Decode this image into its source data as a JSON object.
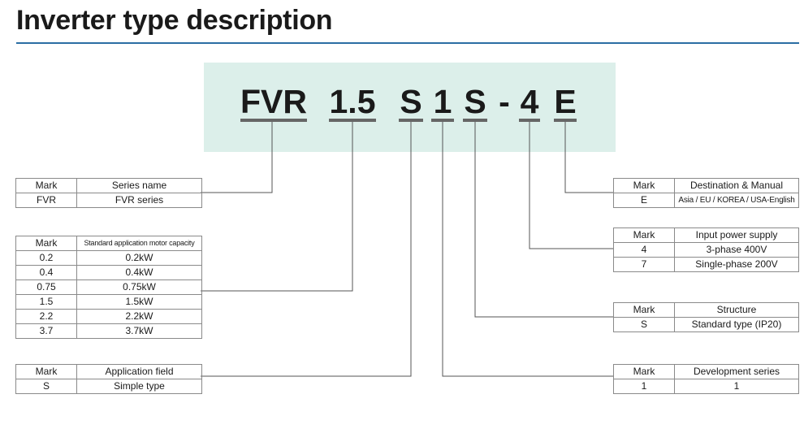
{
  "title": "Inverter type description",
  "model": {
    "series": "FVR",
    "capacity": "1.5",
    "application": "S",
    "development": "1",
    "structure": "S",
    "dash": "-",
    "power": "4",
    "destination": "E"
  },
  "tables": {
    "series": {
      "headers": [
        "Mark",
        "Series name"
      ],
      "rows": [
        [
          "FVR",
          "FVR series"
        ]
      ]
    },
    "capacity": {
      "headers": [
        "Mark",
        "Standard application motor capacity"
      ],
      "rows": [
        [
          "0.2",
          "0.2kW"
        ],
        [
          "0.4",
          "0.4kW"
        ],
        [
          "0.75",
          "0.75kW"
        ],
        [
          "1.5",
          "1.5kW"
        ],
        [
          "2.2",
          "2.2kW"
        ],
        [
          "3.7",
          "3.7kW"
        ]
      ]
    },
    "application": {
      "headers": [
        "Mark",
        "Application field"
      ],
      "rows": [
        [
          "S",
          "Simple type"
        ]
      ]
    },
    "destination": {
      "headers": [
        "Mark",
        "Destination & Manual"
      ],
      "rows": [
        [
          "E",
          "Asia / EU / KOREA / USA-English"
        ]
      ]
    },
    "power": {
      "headers": [
        "Mark",
        "Input power supply"
      ],
      "rows": [
        [
          "4",
          "3-phase 400V"
        ],
        [
          "7",
          "Single-phase 200V"
        ]
      ]
    },
    "structure": {
      "headers": [
        "Mark",
        "Structure"
      ],
      "rows": [
        [
          "S",
          "Standard type (IP20)"
        ]
      ]
    },
    "development": {
      "headers": [
        "Mark",
        "Development series"
      ],
      "rows": [
        [
          "1",
          "1"
        ]
      ]
    }
  },
  "colors": {
    "title_rule": "#2b6ea3",
    "model_box": "#dcefea",
    "underline": "#666666",
    "connector": "#555555"
  }
}
